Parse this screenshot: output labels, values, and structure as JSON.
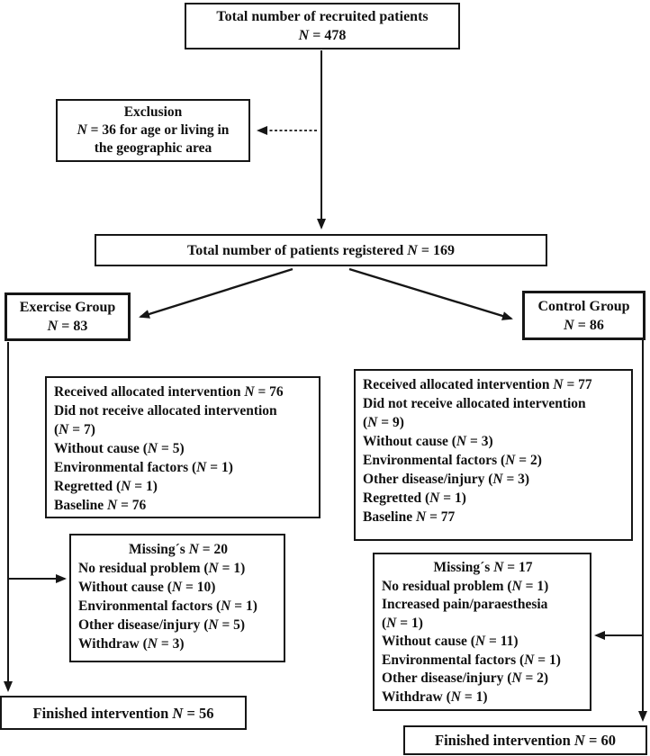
{
  "colors": {
    "ink": "#111111",
    "paper": "#ffffff"
  },
  "boxes": {
    "recruited": {
      "line1": "Total number of recruited patients",
      "line2": "N = 478"
    },
    "exclusion": {
      "title": "Exclusion",
      "line1": "N = 36 for age or living in",
      "line2": "the geographic area"
    },
    "registered": {
      "text": "Total number of patients registered N = 169"
    },
    "exercise_group": {
      "line1": "Exercise Group",
      "line2": "N = 83"
    },
    "control_group": {
      "line1": "Control Group",
      "line2": "N = 86"
    },
    "exercise_intervention": {
      "lines": [
        "Received allocated intervention N = 76",
        "Did not receive allocated intervention",
        "(N = 7)",
        "Without cause (N = 5)",
        "Environmental factors (N = 1)",
        "Regretted (N = 1)",
        "Baseline N = 76"
      ]
    },
    "control_intervention": {
      "lines": [
        "Received allocated intervention N = 77",
        "Did not receive allocated intervention",
        "(N = 9)",
        "Without cause (N = 3)",
        "Environmental factors (N = 2)",
        "Other disease/injury (N = 3)",
        "Regretted (N = 1)",
        "Baseline N = 77"
      ]
    },
    "exercise_missing": {
      "title": "Missing´s N = 20",
      "lines": [
        "No residual problem (N = 1)",
        "Without cause (N = 10)",
        "Environmental factors (N = 1)",
        "Other disease/injury (N = 5)",
        "Withdraw (N = 3)"
      ]
    },
    "control_missing": {
      "title": "Missing´s N = 17",
      "lines": [
        "No residual problem (N = 1)",
        "Increased pain/paraesthesia",
        "(N = 1)",
        "Without cause (N = 11)",
        "Environmental factors (N = 1)",
        "Other disease/injury (N = 2)",
        "Withdraw (N = 1)"
      ]
    },
    "exercise_finished": {
      "text": "Finished intervention N = 56"
    },
    "control_finished": {
      "text": "Finished intervention N = 60"
    }
  }
}
